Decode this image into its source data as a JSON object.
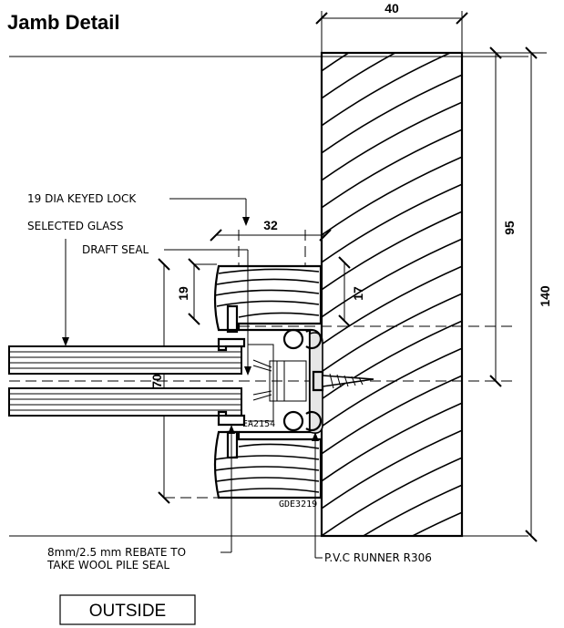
{
  "title": "Jamb Detail",
  "labels": {
    "keyed_lock": "19 DIA KEYED LOCK",
    "selected_glass": "SELECTED GLASS",
    "draft_seal": "DRAFT SEAL",
    "rebate_line1": "8mm/2.5 mm REBATE TO",
    "rebate_line2": "TAKE WOOL PILE SEAL",
    "runner": "P.V.C RUNNER R306",
    "outside": "OUTSIDE"
  },
  "part_codes": {
    "ea": "EA2154",
    "gde": "GDE3219"
  },
  "dimensions": {
    "top_width": "40",
    "jamb_height": "95",
    "total_height": "140",
    "rebate_width": "32",
    "sash_top": "19",
    "track_offset": "17",
    "sash_height": "70"
  }
}
